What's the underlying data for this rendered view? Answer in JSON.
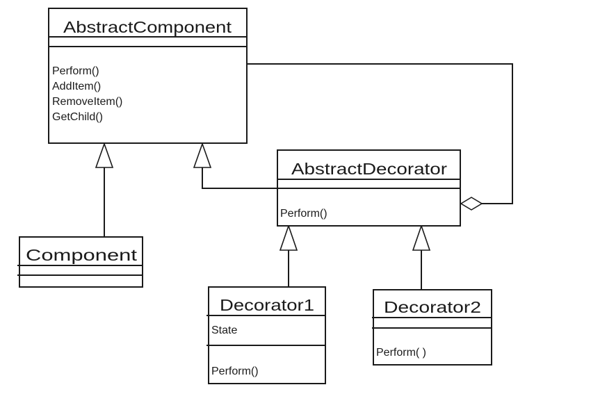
{
  "diagram": {
    "type": "UML class diagram",
    "classes": {
      "abstract_component": {
        "name": "AbstractComponent",
        "attributes": [],
        "methods": [
          "Perform()",
          "AddItem()",
          "RemoveItem()",
          "GetChild()"
        ]
      },
      "abstract_decorator": {
        "name": "AbstractDecorator",
        "attributes": [],
        "methods": [
          "Perform()"
        ]
      },
      "component": {
        "name": "Component",
        "attributes": [],
        "methods": []
      },
      "decorator1": {
        "name": "Decorator1",
        "attributes": [
          "State"
        ],
        "methods": [
          "Perform()"
        ]
      },
      "decorator2": {
        "name": "Decorator2",
        "attributes": [],
        "methods": [
          "Perform( )"
        ]
      }
    },
    "relationships": [
      {
        "type": "generalization",
        "from": "Component",
        "to": "AbstractComponent"
      },
      {
        "type": "generalization",
        "from": "AbstractDecorator",
        "to": "AbstractComponent"
      },
      {
        "type": "generalization",
        "from": "Decorator1",
        "to": "AbstractDecorator"
      },
      {
        "type": "generalization",
        "from": "Decorator2",
        "to": "AbstractDecorator"
      },
      {
        "type": "aggregation",
        "from": "AbstractDecorator",
        "to": "AbstractComponent"
      }
    ]
  }
}
